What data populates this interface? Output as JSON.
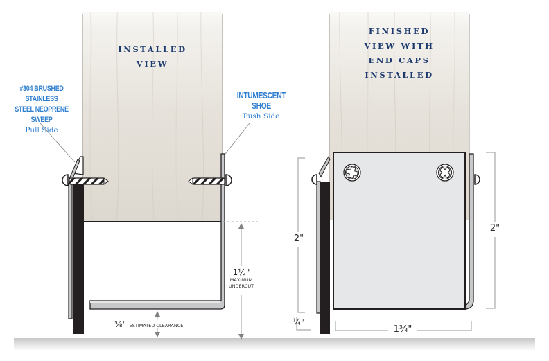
{
  "left_view": {
    "title_line1": "INSTALLED",
    "title_line2": "VIEW",
    "callout_left": {
      "line1": "#304 BRUSHED STAINLESS",
      "line2": "STEEL NEOPRENE SWEEP",
      "side": "Pull Side"
    },
    "callout_right": {
      "line1": "INTUMESCENT SHOE",
      "side": "Push Side"
    },
    "undercut": {
      "value": "1½\"",
      "label_line1": "MAXIMUM",
      "label_line2": "UNDERCUT"
    },
    "clearance": {
      "value": "⅜\"",
      "label": "ESTIMATED CLEARANCE"
    }
  },
  "right_view": {
    "title_line1": "FINISHED",
    "title_line2": "VIEW WITH",
    "title_line3": "END CAPS",
    "title_line4": "INSTALLED",
    "dim_left_height": "2\"",
    "dim_left_bottom": "¼\"",
    "dim_right_height": "2\"",
    "dim_width": "1¾\""
  },
  "colors": {
    "title": "#1d3a6e",
    "callout": "#2f7fd0",
    "outline": "#231f20",
    "endcap": "#e6e7e8",
    "dimension_line": "#a7a9ac"
  }
}
